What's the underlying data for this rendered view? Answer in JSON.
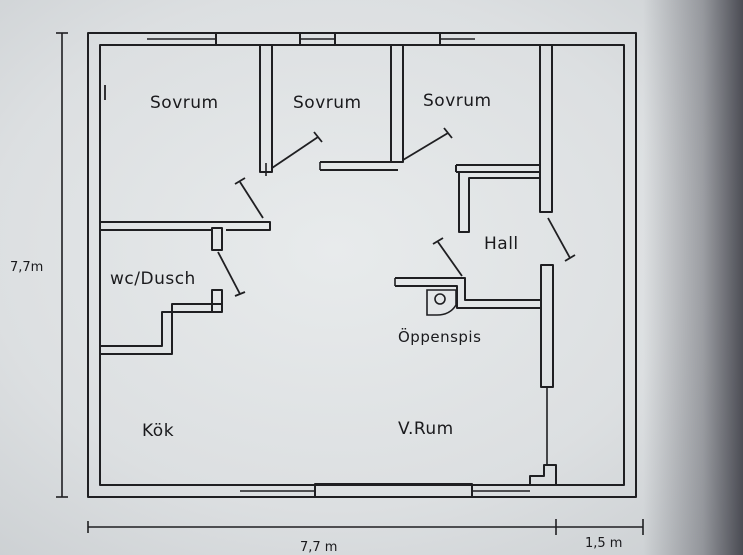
{
  "rooms": {
    "bedroom_1": "Sovrum",
    "bedroom_2": "Sovrum",
    "bedroom_3": "Sovrum",
    "hall": "Hall",
    "wc": "wc/Dusch",
    "fireplace": "Öppenspis",
    "kitchen": "Kök",
    "living_room": "V.Rum"
  },
  "dimensions": {
    "height": "7,7m",
    "width": "7,7 m",
    "extension": "1,5 m"
  }
}
